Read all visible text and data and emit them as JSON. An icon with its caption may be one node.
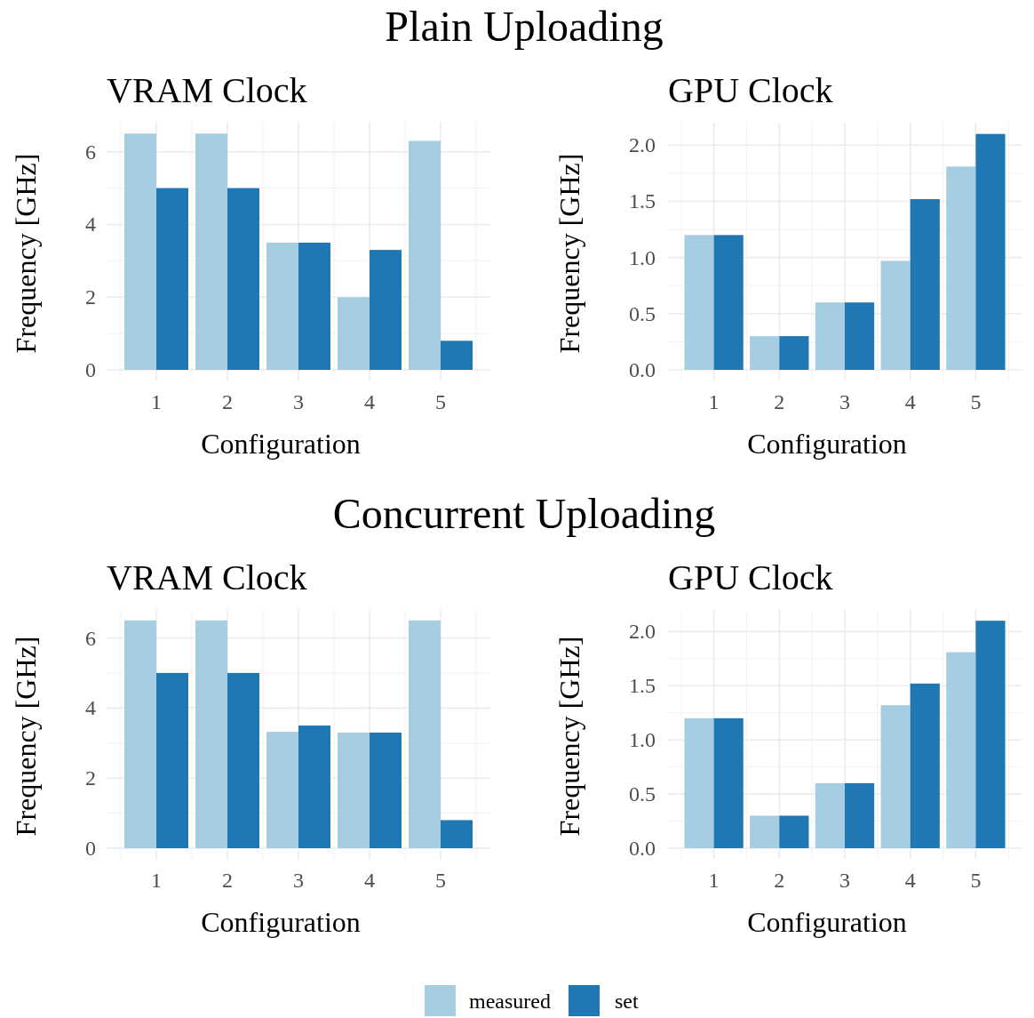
{
  "diagram": {
    "labels": [
      "Plain Uploading",
      "Concurrent Uploading"
    ],
    "legend": [
      {
        "text": "measured",
        "color": "#a6cee3"
      },
      {
        "text": "set",
        "color": "#1f78b4"
      }
    ],
    "chart_data": [
      {
        "type": "bar",
        "title": "VRAM Clock",
        "xlabel": "Configuration",
        "ylabel": "Frequency [GHz]",
        "categories": [
          "1",
          "2",
          "3",
          "4",
          "5"
        ],
        "ylim": [
          0,
          6.8
        ],
        "yticks": [
          0,
          2,
          4,
          6
        ],
        "grid": true,
        "series": [
          {
            "color": "#a6cee3",
            "values": [
              6.5,
              6.5,
              3.5,
              2.0,
              6.3
            ]
          },
          {
            "color": "#1f78b4",
            "values": [
              5.0,
              5.0,
              3.5,
              3.3,
              0.8
            ]
          }
        ]
      },
      {
        "type": "bar",
        "title": "GPU Clock",
        "xlabel": "Configuration",
        "ylabel": "Frequency [GHz]",
        "categories": [
          "1",
          "2",
          "3",
          "4",
          "5"
        ],
        "ylim": [
          0,
          2.2
        ],
        "yticks": [
          {
            "value": 0,
            "label": "0.0"
          },
          {
            "value": 0.5,
            "label": "0.5"
          },
          {
            "value": 1,
            "label": "1.0"
          },
          {
            "value": 1.5,
            "label": "1.5"
          },
          {
            "value": 2,
            "label": "2.0"
          }
        ],
        "grid": true,
        "series": [
          {
            "color": "#a6cee3",
            "values": [
              1.2,
              0.3,
              0.6,
              0.97,
              1.81
            ]
          },
          {
            "color": "#1f78b4",
            "values": [
              1.2,
              0.3,
              0.6,
              1.52,
              2.1
            ]
          }
        ]
      },
      {
        "type": "bar",
        "title": "VRAM Clock",
        "xlabel": "Configuration",
        "ylabel": "Frequency [GHz]",
        "categories": [
          "1",
          "2",
          "3",
          "4",
          "5"
        ],
        "ylim": [
          0,
          6.8
        ],
        "yticks": [
          0,
          2,
          4,
          6
        ],
        "grid": true,
        "series": [
          {
            "color": "#a6cee3",
            "values": [
              6.5,
              6.5,
              3.32,
              3.3,
              6.5
            ]
          },
          {
            "color": "#1f78b4",
            "values": [
              5.0,
              5.0,
              3.5,
              3.3,
              0.8
            ]
          }
        ]
      },
      {
        "type": "bar",
        "title": "GPU Clock",
        "xlabel": "Configuration",
        "ylabel": "Frequency [GHz]",
        "categories": [
          "1",
          "2",
          "3",
          "4",
          "5"
        ],
        "ylim": [
          0,
          2.2
        ],
        "yticks": [
          {
            "value": 0,
            "label": "0.0"
          },
          {
            "value": 0.5,
            "label": "0.5"
          },
          {
            "value": 1,
            "label": "1.0"
          },
          {
            "value": 1.5,
            "label": "1.5"
          },
          {
            "value": 2,
            "label": "2.0"
          }
        ],
        "grid": true,
        "series": [
          {
            "color": "#a6cee3",
            "values": [
              1.2,
              0.3,
              0.6,
              1.32,
              1.81
            ]
          },
          {
            "color": "#1f78b4",
            "values": [
              1.2,
              0.3,
              0.6,
              1.52,
              2.1
            ]
          }
        ]
      }
    ]
  }
}
